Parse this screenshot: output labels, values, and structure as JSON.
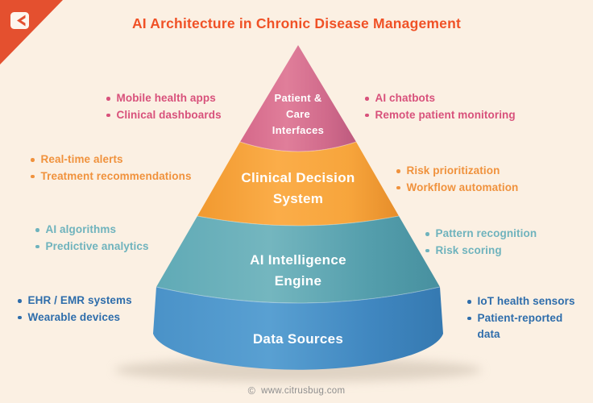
{
  "page": {
    "title": "AI Architecture in Chronic Disease Management",
    "title_color": "#f05126",
    "background_color": "#fbf0e3"
  },
  "brand": {
    "corner_color": "#e4502f",
    "logo_icon": "citrusbug-chevron-logo"
  },
  "footer": {
    "symbol": "©",
    "text": "www.citrusbug.com"
  },
  "pyramid": {
    "layers": [
      {
        "name": "patient-care-interfaces",
        "label_lines": [
          "Patient &",
          "Care",
          "Interfaces"
        ],
        "color": "#dc7391",
        "bullet_color": "#d8517b",
        "left_bullets": [
          "Mobile health apps",
          "Clinical dashboards"
        ],
        "right_bullets": [
          "AI chatbots",
          "Remote patient monitoring"
        ]
      },
      {
        "name": "clinical-decision-system",
        "label_lines": [
          "Clinical Decision",
          "System"
        ],
        "color": "#f7a63d",
        "bullet_color": "#f0923d",
        "left_bullets": [
          "Real-time alerts",
          "Treatment recommendations"
        ],
        "right_bullets": [
          "Risk prioritization",
          "Workflow automation"
        ]
      },
      {
        "name": "ai-intelligence-engine",
        "label_lines": [
          "AI Intelligence",
          "Engine"
        ],
        "color": "#5ea8b4",
        "bullet_color": "#6fb3bd",
        "left_bullets": [
          "AI algorithms",
          "Predictive analytics"
        ],
        "right_bullets": [
          "Pattern recognition",
          "Risk scoring"
        ]
      },
      {
        "name": "data-sources",
        "label_lines": [
          "Data Sources"
        ],
        "color": "#4690c6",
        "bullet_color": "#2e6dab",
        "left_bullets": [
          "EHR / EMR systems",
          "Wearable devices"
        ],
        "right_bullets": [
          "IoT health sensors",
          "Patient-reported data"
        ]
      }
    ]
  }
}
